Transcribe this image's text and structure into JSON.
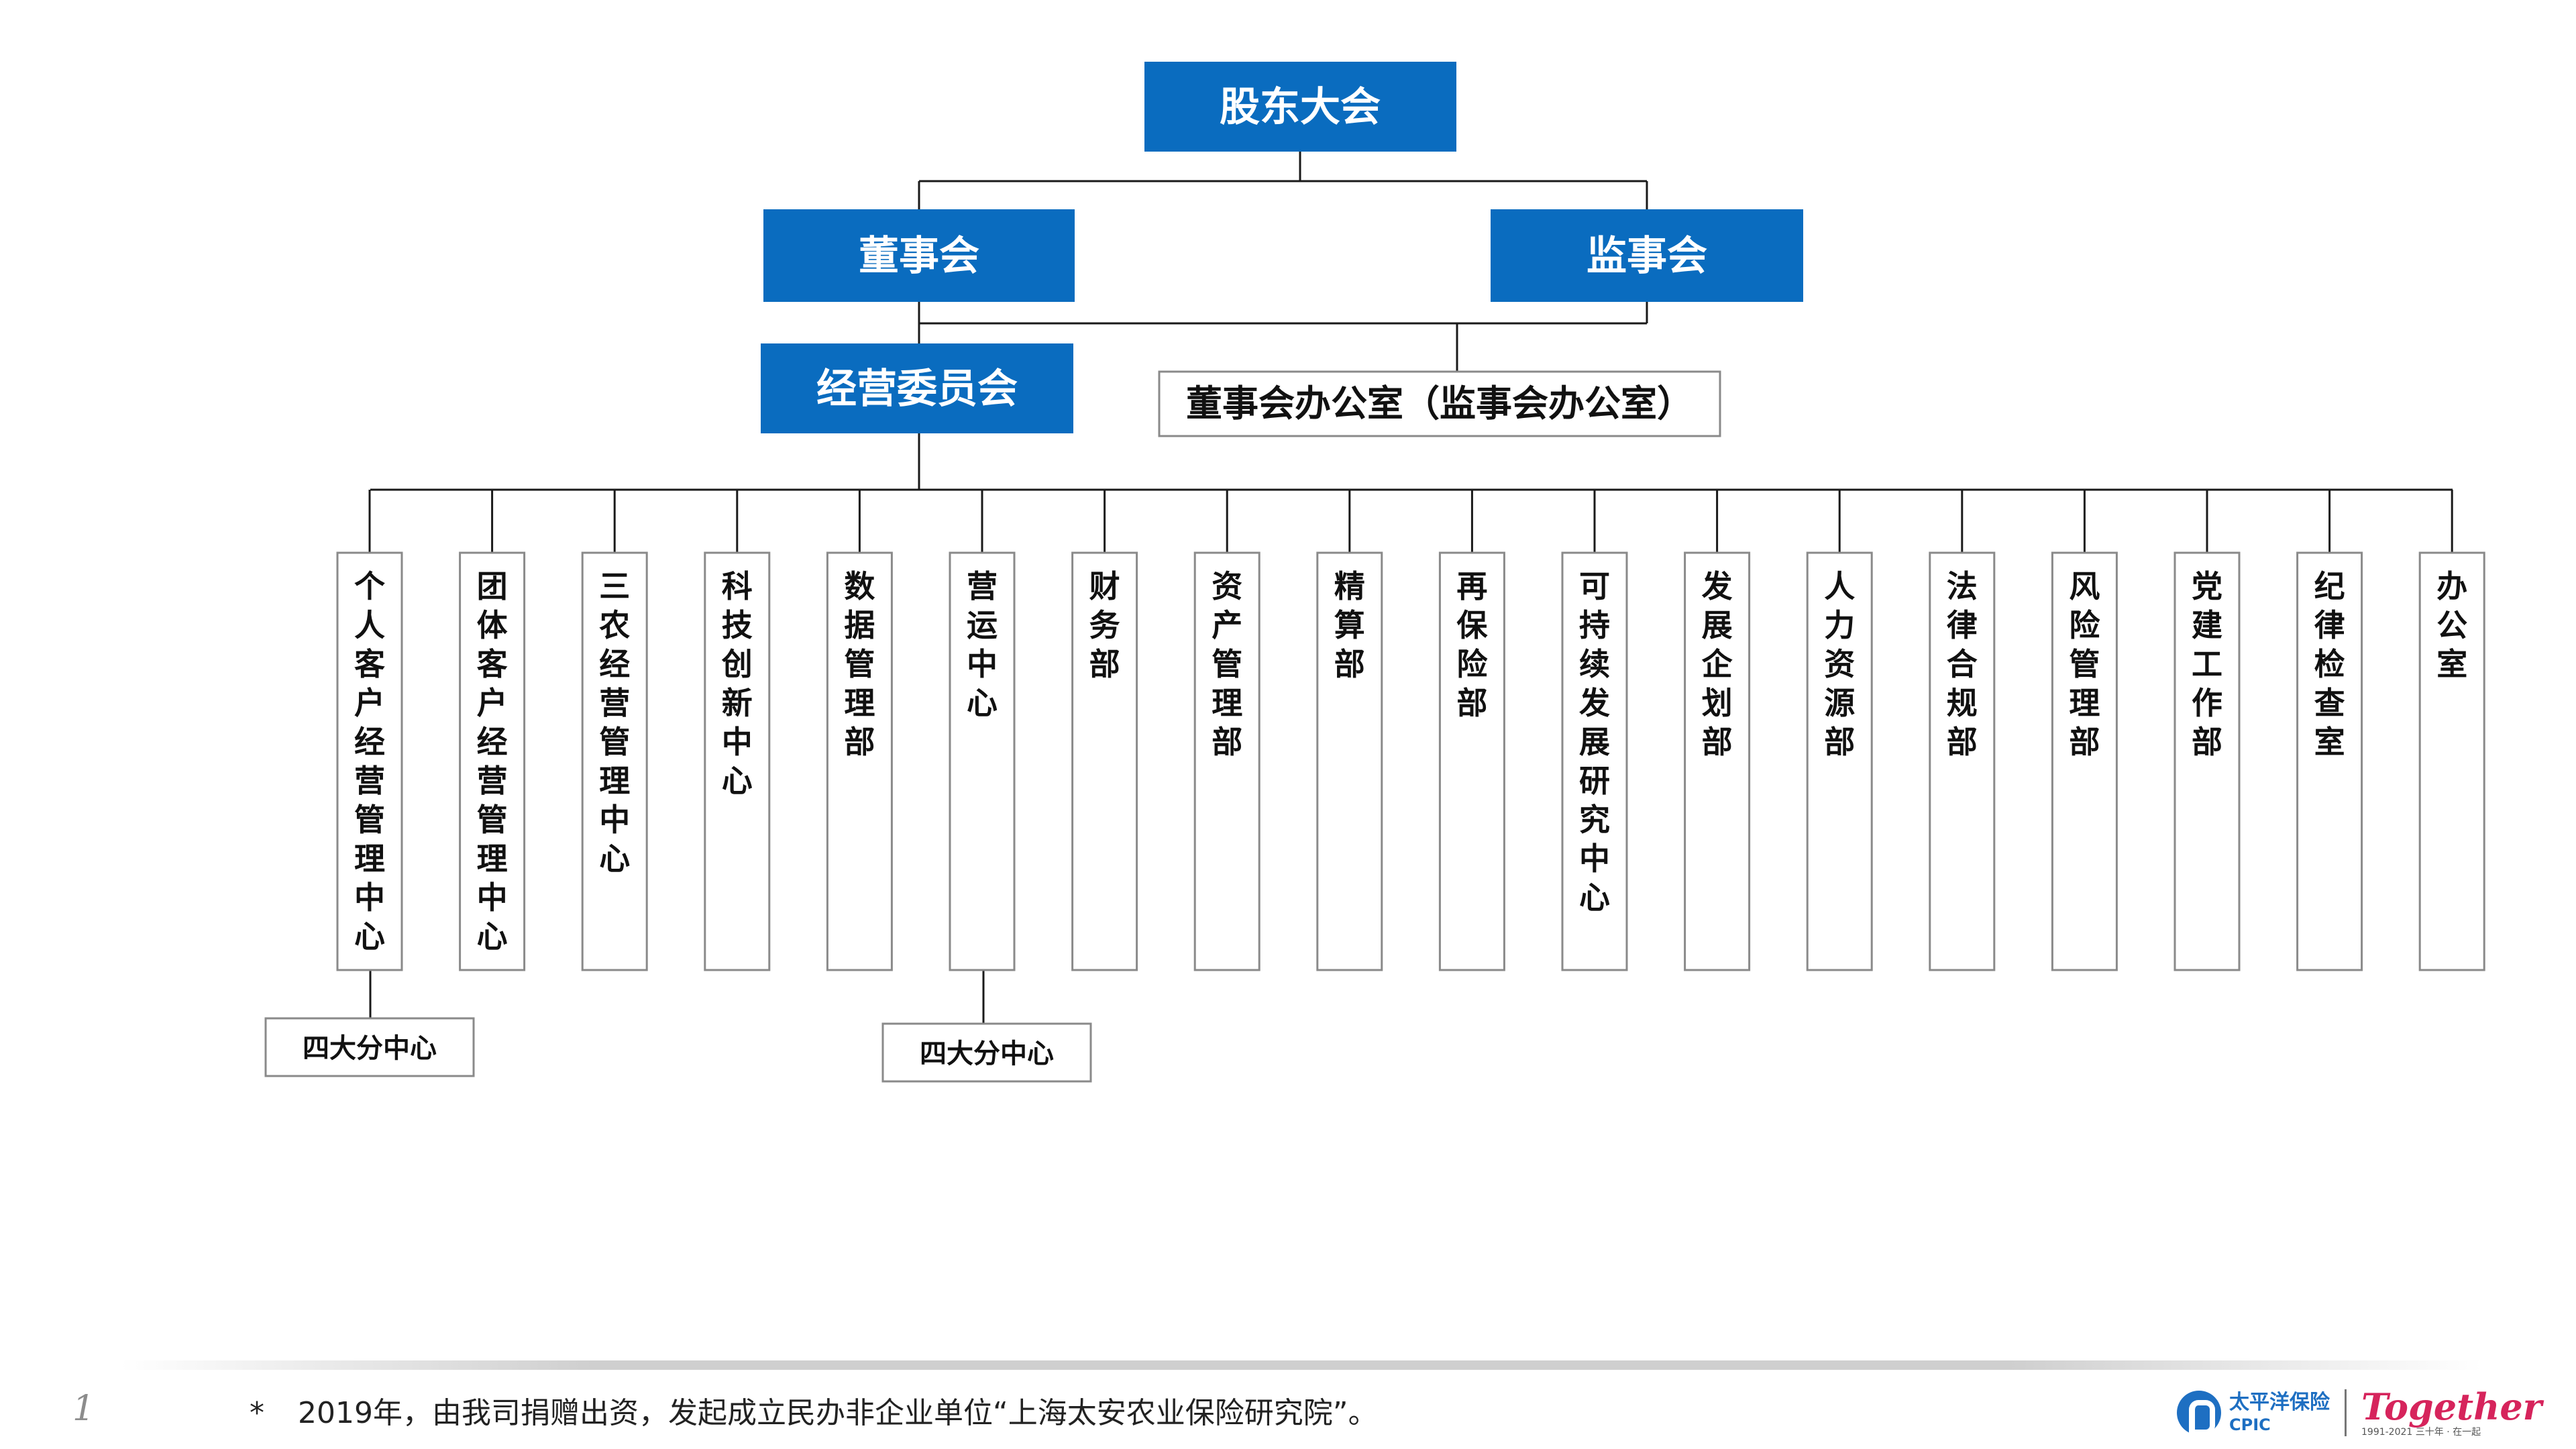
{
  "org": {
    "top": "股东大会",
    "board": "董事会",
    "supervisors": "监事会",
    "committee": "经营委员会",
    "office": "董事会办公室（监事会办公室）",
    "departments": [
      "个人客户经营管理中心",
      "团体客户经营管理中心",
      "三农经营管理中心",
      "科技创新中心",
      "数据管理部",
      "营运中心",
      "财务部",
      "资产管理部",
      "精算部",
      "再保险部",
      "可持续发展研究中心",
      "发展企划部",
      "人力资源部",
      "法律合规部",
      "风险管理部",
      "党建工作部",
      "纪律检查室",
      "办公室"
    ],
    "sub_personal": "四大分中心",
    "sub_ops": "四大分中心"
  },
  "colors": {
    "primary": "#0a6cbf",
    "brand_red": "#d6245c"
  },
  "footer": {
    "page_number": "1",
    "footnote_mark": "*",
    "footnote": "2019年，由我司捐赠出资，发起成立民办非企业单位“上海太安农业保险研究院”。"
  },
  "logo": {
    "name_cn": "太平洋保险",
    "name_en": "CPIC",
    "together": "Together",
    "together_sub": "1991-2021 三十年 · 在一起"
  }
}
